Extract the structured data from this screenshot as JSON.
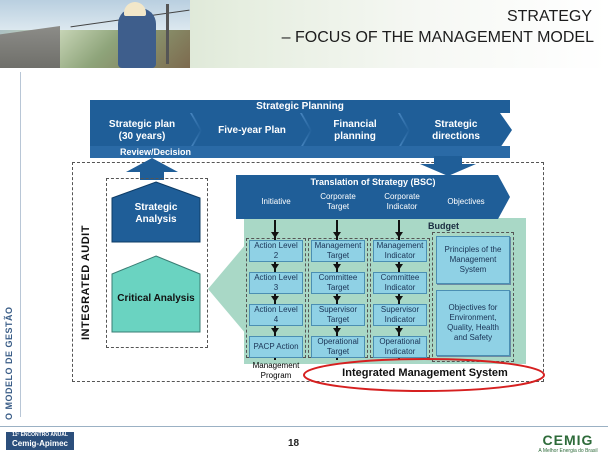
{
  "header": {
    "title_line1": "STRATEGY",
    "title_line2": "– FOCUS OF THE MANAGEMENT MODEL"
  },
  "side_label": "O  MODELO DE GESTÃO",
  "planning": {
    "band_title": "Strategic Planning",
    "steps": [
      "Strategic plan\n(30 years)",
      "Five-year Plan",
      "Financial\nplanning",
      "Strategic\ndirections"
    ],
    "review_label": "Review/Decision"
  },
  "audit_label": "INTEGRATED AUDIT",
  "left_boxes": {
    "strategic_analysis": "Strategic\nAnalysis",
    "critical_analysis": "Critical Analysis"
  },
  "bsc": {
    "title": "Translation of Strategy (BSC)",
    "columns": [
      "Initiative",
      "Corporate\nTarget",
      "Corporate\nIndicator",
      "Objectives"
    ]
  },
  "budget_label": "Budget",
  "action_levels": [
    "Action Level\n2",
    "Action Level\n3",
    "Action Level\n4",
    "PACP Action"
  ],
  "management_program_label": "Management\nProgram",
  "targets": [
    "Management\nTarget",
    "Committee\nTarget",
    "Supervisor\nTarget",
    "Operational\nTarget"
  ],
  "indicators": [
    "Management\nIndicator",
    "Committee\nIndicator",
    "Supervisor\nIndicator",
    "Operational\nIndicator"
  ],
  "principles": "Principles of the\nManagement\nSystem",
  "objectives_env": "Objectives for\nEnvironment,\nQuality, Health\nand Safety",
  "ims_label": "Integrated Management System",
  "footer": {
    "page_number": "18",
    "left_logo_top": "11º ENCONTRO ANUAL",
    "left_logo": "Cemig-Apimec",
    "right_logo": "CEMIG",
    "right_logo_tagline": "A Melhor Energia do Brasil"
  },
  "colors": {
    "dark_blue": "#1f5e98",
    "teal_box": "#8fd1e5",
    "green_bg": "#a9d8c6",
    "highlight_ellipse": "#d62020"
  }
}
